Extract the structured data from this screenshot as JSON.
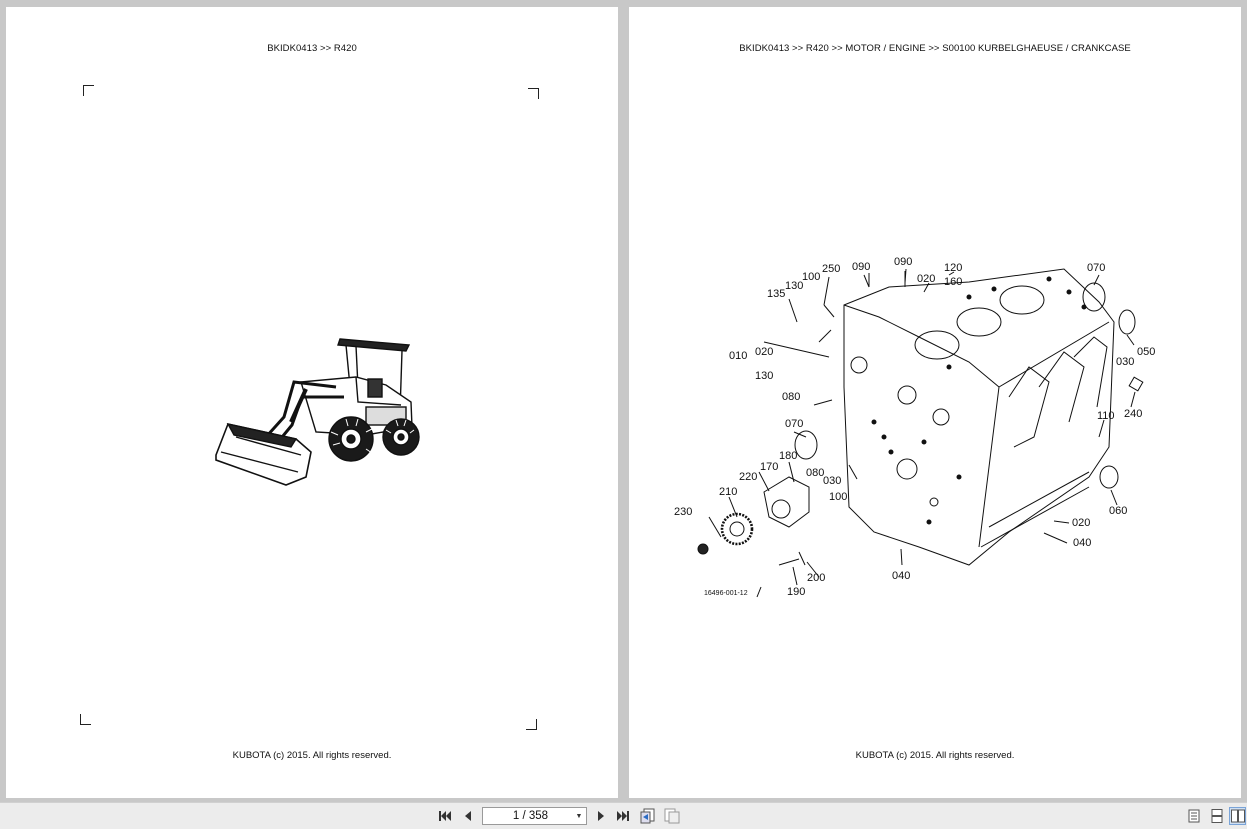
{
  "pages": [
    {
      "header": "BKIDK0413 >> R420",
      "footer": "KUBOTA (c) 2015. All rights reserved."
    },
    {
      "header": "BKIDK0413 >> R420 >> MOTOR / ENGINE >> S00100   KURBELGHAEUSE / CRANKCASE",
      "footer": "KUBOTA (c) 2015. All rights reserved.",
      "drawing_code": "16496-001-12",
      "callouts": [
        "250",
        "090",
        "090",
        "120",
        "160",
        "020",
        "070",
        "100",
        "130",
        "135",
        "010",
        "020",
        "130",
        "050",
        "030",
        "240",
        "080",
        "070",
        "110",
        "180",
        "080",
        "030",
        "170",
        "220",
        "210",
        "100",
        "230",
        "060",
        "020",
        "040",
        "040",
        "200",
        "190"
      ]
    }
  ],
  "toolbar": {
    "page_indicator": "1 / 358",
    "buttons": [
      {
        "name": "first-page",
        "icon": "first-page-icon"
      },
      {
        "name": "previous-page",
        "icon": "previous-page-icon"
      },
      {
        "name": "next-page",
        "icon": "next-page-icon"
      },
      {
        "name": "last-page",
        "icon": "last-page-icon"
      },
      {
        "name": "back-view",
        "icon": "back-view-icon"
      },
      {
        "name": "forward-view",
        "icon": "forward-view-icon"
      },
      {
        "name": "single-page-view",
        "icon": "single-page-icon"
      },
      {
        "name": "continuous-view",
        "icon": "continuous-view-icon"
      },
      {
        "name": "two-page-view",
        "icon": "two-page-icon"
      }
    ]
  }
}
